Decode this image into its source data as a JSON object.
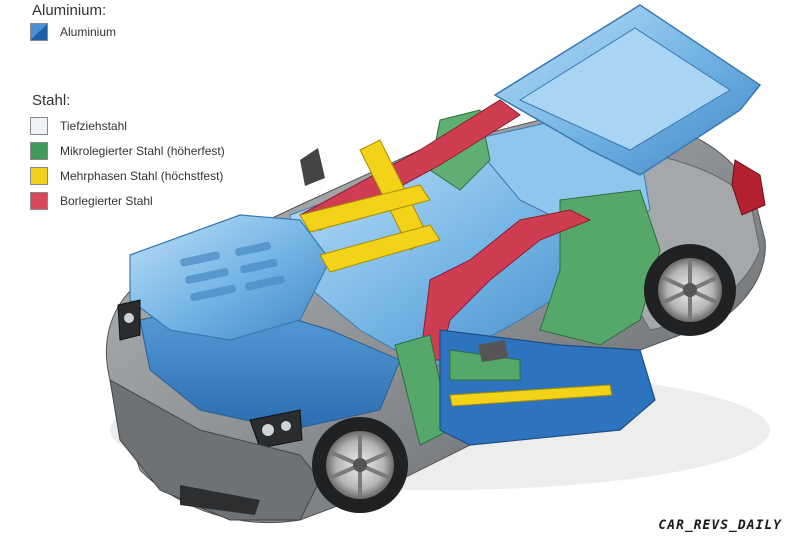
{
  "legend": {
    "aluminium_heading": "Aluminium:",
    "aluminium_items": [
      {
        "label": "Aluminium",
        "color": "#4a8fd0",
        "color2": "#1e5fa8"
      }
    ],
    "steel_heading": "Stahl:",
    "steel_items": [
      {
        "label": "Tiefziehstahl",
        "color": "#eef2f6"
      },
      {
        "label": "Mikrolegierter Stahl (höherfest)",
        "color": "#3f9a5c"
      },
      {
        "label": "Mehrphasen Stahl (höchstfest)",
        "color": "#f0d21c"
      },
      {
        "label": "Borlegierter Stahl",
        "color": "#d9485a"
      }
    ]
  },
  "watermark": "CAR_REVS_DAILY",
  "colors": {
    "aluminium": "#6fb2e6",
    "aluminium_dark": "#3a86c8",
    "steel_green": "#55a86a",
    "steel_yellow": "#f2d319",
    "steel_red": "#cf3d52",
    "body_grey": "#8e9193",
    "body_dark": "#5f6264"
  },
  "icons": [
    "headlight-icon",
    "wheel-icon",
    "mirror-icon"
  ]
}
